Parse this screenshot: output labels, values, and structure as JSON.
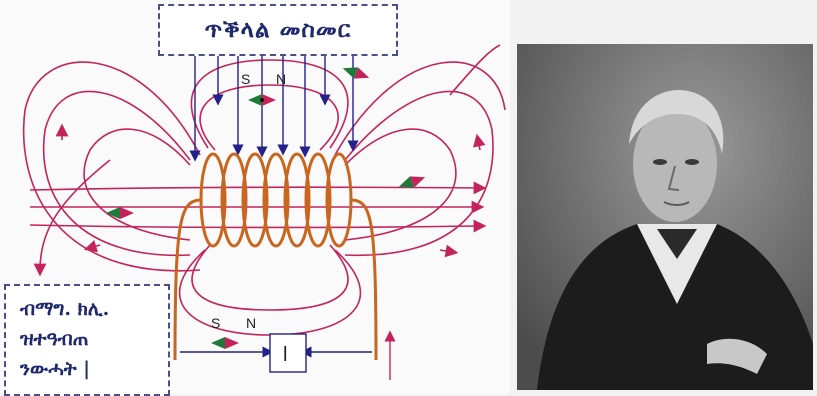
{
  "top_label": "ጥቕላል መስመር",
  "bottom_label": {
    "line1": "ብማግ. ክሊ.",
    "line2": "ዝተዓብጠ",
    "line3": "ንውሓት   |"
  },
  "pole_labels": {
    "top_south": "S",
    "top_north": "N",
    "bottom_south": "S",
    "bottom_north": "N"
  },
  "source_symbol": "l",
  "photo": {
    "subject": "portrait-photograph"
  },
  "colors": {
    "field_lines": "#c4245a",
    "coil": "#c8651e",
    "arrows": "#22228a",
    "callout_border": "#4a4f8c",
    "callout_text": "#1f2a6e"
  }
}
